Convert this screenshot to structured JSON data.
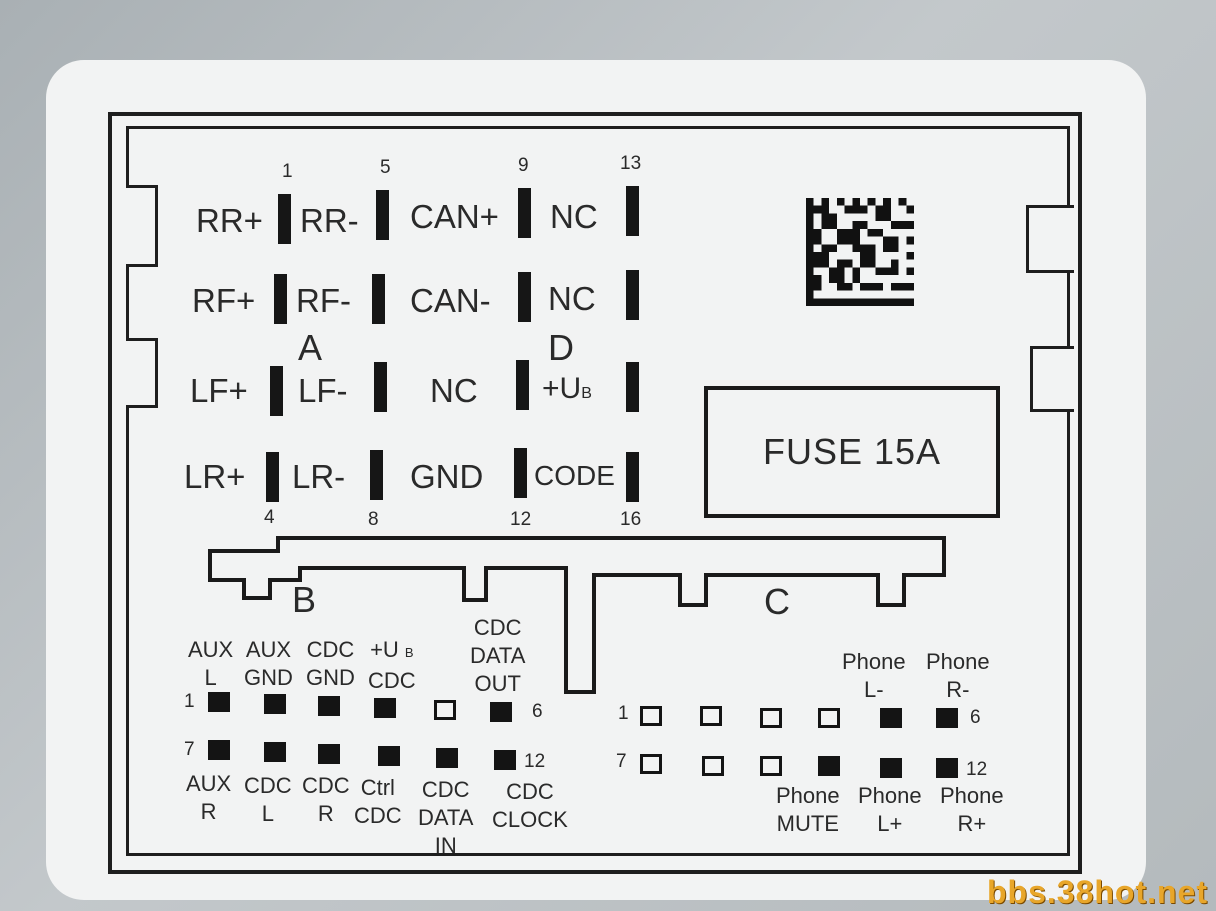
{
  "connector_a": {
    "label": "A",
    "signals": [
      "RR+",
      "RF+",
      "LF+",
      "LR+",
      "RR-",
      "RF-",
      "LF-",
      "LR-"
    ],
    "pin_numbers": [
      "1",
      "4",
      "5",
      "8"
    ]
  },
  "connector_d": {
    "label": "D",
    "signals": [
      "CAN+",
      "CAN-",
      "NC",
      "GND",
      "NC",
      "NC",
      "+U",
      "CODE"
    ],
    "ub_subscript": "B",
    "pin_numbers": [
      "9",
      "12",
      "13",
      "16"
    ]
  },
  "fuse": {
    "text": "FUSE 15A"
  },
  "connector_b": {
    "label": "B",
    "top_labels": [
      "AUX\nL",
      "AUX\nGND",
      "CDC\nGND",
      "+U B\nCDC",
      "CDC\nDATA\nOUT"
    ],
    "bottom_labels": [
      "AUX\nR",
      "CDC\nL",
      "CDC\nR",
      "Ctrl\nCDC",
      "CDC\nDATA\nIN",
      "CDC\nCLOCK"
    ],
    "pin_numbers": [
      "1",
      "6",
      "7",
      "12"
    ]
  },
  "connector_c": {
    "label": "C",
    "top_labels": [
      "Phone\nL-",
      "Phone\nR-"
    ],
    "bottom_labels": [
      "Phone\nMUTE",
      "Phone\nL+",
      "Phone\nR+"
    ],
    "pin_numbers": [
      "1",
      "6",
      "7",
      "12"
    ]
  },
  "watermark": "bbs.38hot.net"
}
